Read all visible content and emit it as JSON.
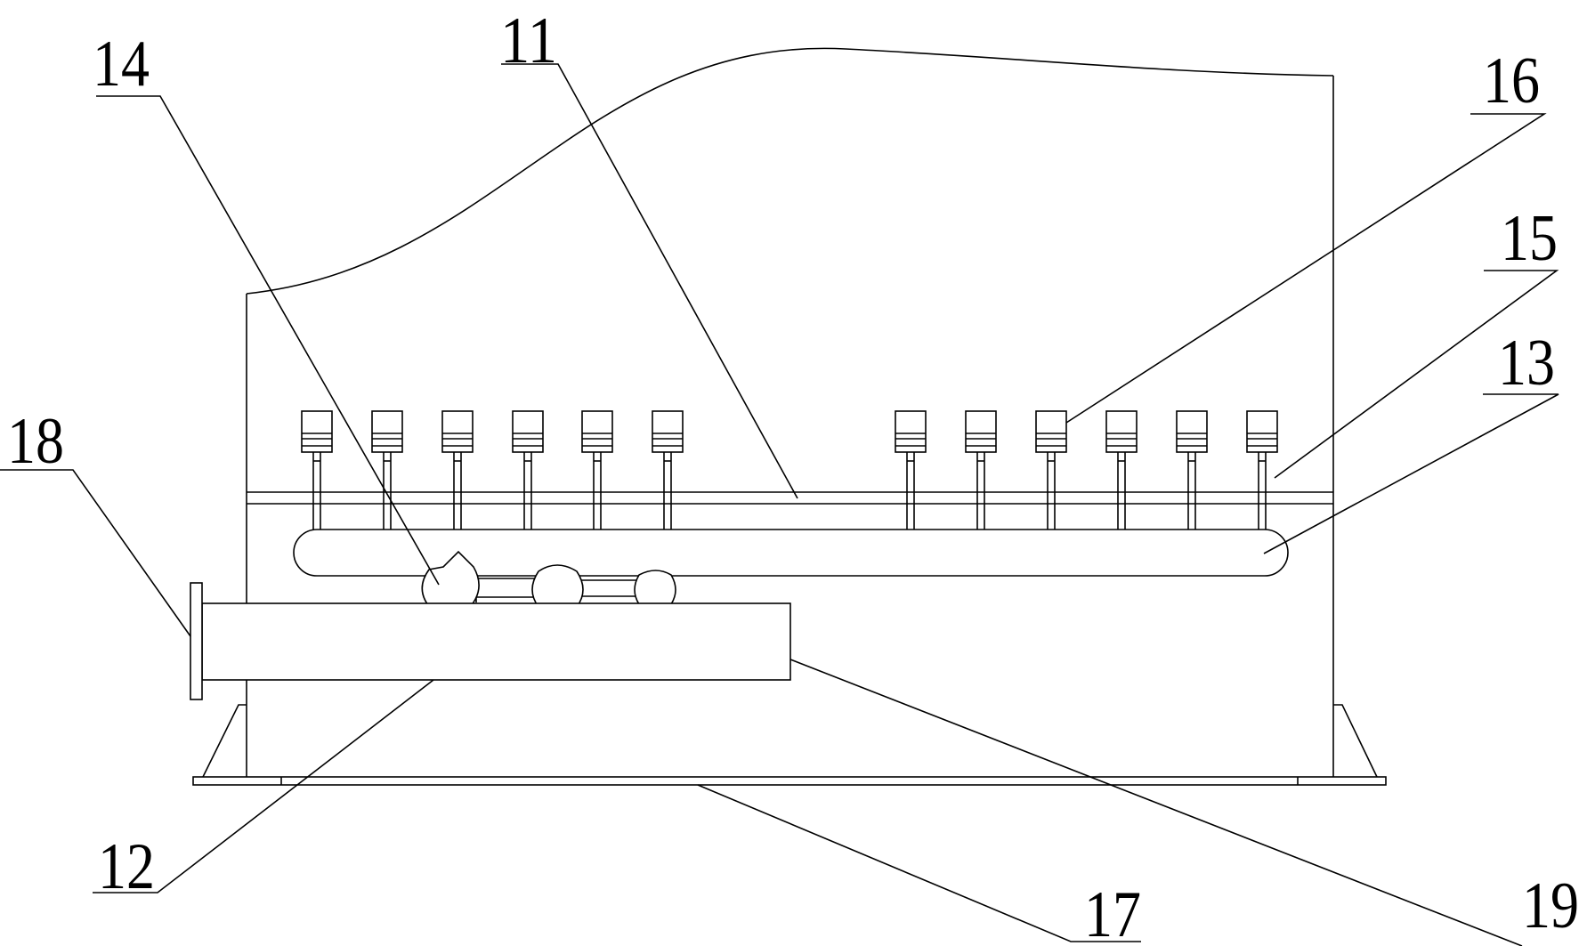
{
  "labels": {
    "l11": "11",
    "l12": "12",
    "l13": "13",
    "l14": "14",
    "l15": "15",
    "l16": "16",
    "l17": "17",
    "l18": "18",
    "l19": "19"
  }
}
